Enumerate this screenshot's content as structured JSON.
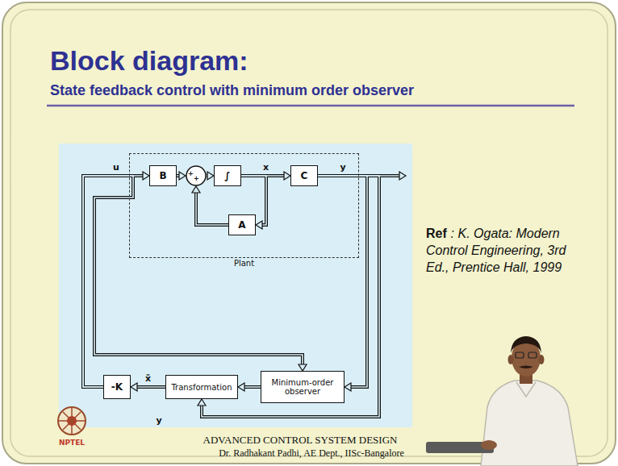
{
  "diagram": {
    "title": "Block diagram:",
    "nodes": [
      {
        "text": [
          "Plant"
        ]
      },
      {
        "text": [
          "B"
        ],
        "in": 0
      },
      {
        "text": [
          "+",
          "+"
        ],
        "in": 0
      },
      {
        "text": [
          "∫"
        ],
        "in": 0
      },
      {
        "text": [
          "C"
        ],
        "in": 0
      },
      {
        "text": [
          "A"
        ],
        "in": 0
      },
      {
        "text": [
          "Minimum-order observer"
        ]
      },
      {
        "text": [
          "Transformation"
        ]
      },
      {
        "text": [
          "-K"
        ]
      }
    ],
    "edges": [
      {
        "from": 1,
        "to": 2,
        "arrow": "to"
      },
      {
        "from": 2,
        "to": 3,
        "arrow": "to"
      },
      {
        "from": 3,
        "to": 4,
        "label": "x",
        "arrow": "to"
      },
      {
        "from": 3,
        "to": 5,
        "arrow": "to"
      },
      {
        "from": 5,
        "to": 2,
        "arrow": "to"
      },
      {
        "from": 4,
        "to": 6,
        "arrow": "to"
      },
      {
        "from": 4,
        "to": 7,
        "arrow": "to"
      },
      {
        "from": 6,
        "to": 7,
        "arrow": "to"
      },
      {
        "from": 7,
        "to": 8,
        "label": "x̃",
        "arrow": "to"
      },
      {
        "from": 8,
        "to": 1,
        "label": "u",
        "arrow": "to"
      },
      {
        "from": 8,
        "to": 6,
        "arrow": "to"
      }
    ],
    "labels": [
      "State feedback control with minimum order observer",
      "y",
      "y",
      "Ref",
      ": K. Ogata: Modern Control Engineering, 3rd Ed., Prentice Hall, 1999",
      "ADVANCED CONTROL SYSTEM DESIGN",
      "Dr. Radhakant Padhi, AE Dept., IISc-Bangalore",
      "NPTEL"
    ]
  }
}
